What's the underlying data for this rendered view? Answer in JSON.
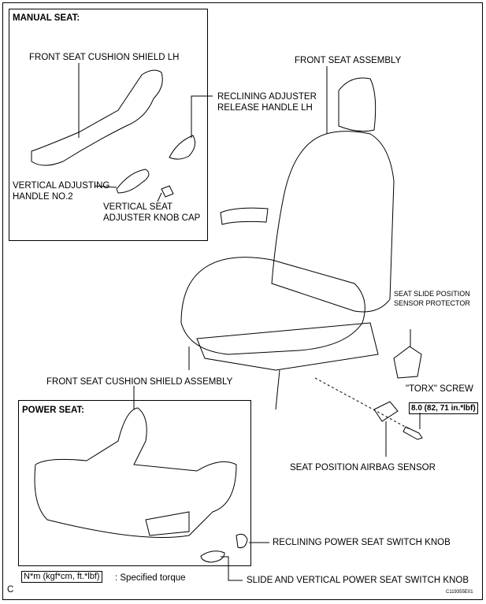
{
  "manual_seat": {
    "title": "MANUAL SEAT:",
    "cushion_shield": "FRONT SEAT CUSHION SHIELD LH",
    "reclining_handle_1": "RECLINING ADJUSTER",
    "reclining_handle_2": "RELEASE HANDLE LH",
    "vertical_handle_1": "VERTICAL ADJUSTING",
    "vertical_handle_2": "HANDLE NO.2",
    "knob_cap_1": "VERTICAL SEAT",
    "knob_cap_2": "ADJUSTER KNOB CAP"
  },
  "front_seat_assembly": "FRONT SEAT ASSEMBLY",
  "sensor_protector_1": "SEAT SLIDE POSITION",
  "sensor_protector_2": "SENSOR PROTECTOR",
  "torx_screw": "\"TORX\" SCREW",
  "torque_value": "8.0 (82, 71 in.*lbf)",
  "airbag_sensor": "SEAT POSITION AIRBAG SENSOR",
  "cushion_shield_assembly": "FRONT SEAT CUSHION SHIELD ASSEMBLY",
  "power_seat": {
    "title": "POWER SEAT:"
  },
  "reclining_knob": "RECLINING POWER SEAT SWITCH KNOB",
  "slide_knob": "SLIDE AND VERTICAL POWER SEAT SWITCH KNOB",
  "legend": {
    "units": "N*m (kgf*cm, ft.*lbf)",
    "desc": ": Specified torque"
  },
  "corner_letter": "C",
  "figure_id": "C119355E01"
}
